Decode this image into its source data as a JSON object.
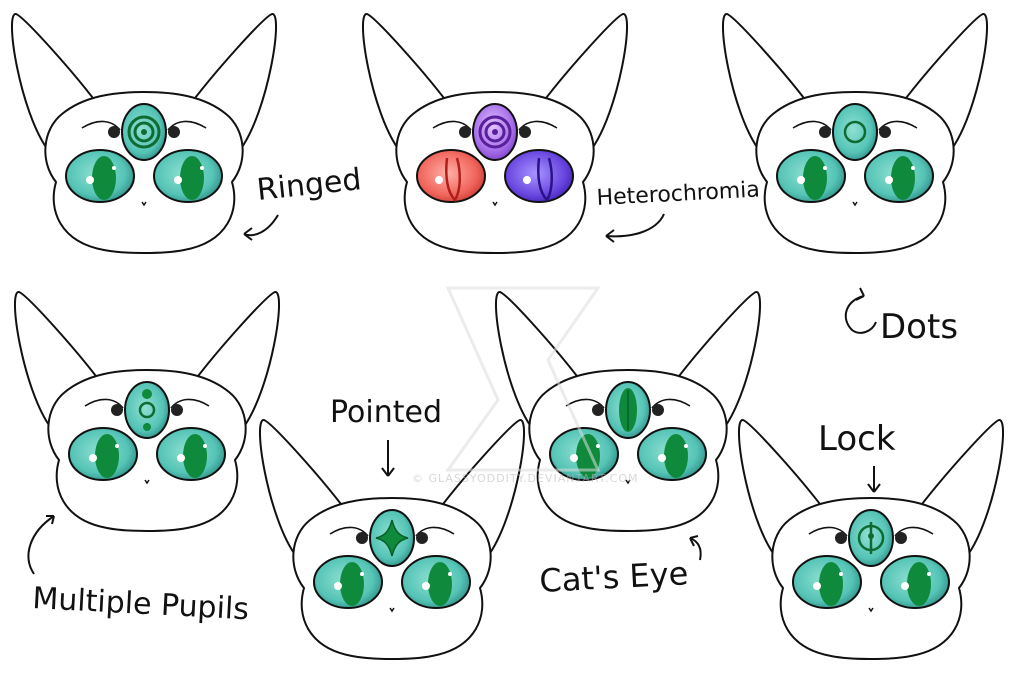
{
  "labels": {
    "ringed": "Ringed",
    "heterochromia": "Heterochromia",
    "dots": "Dots",
    "multiple_pupils": "Multiple Pupils",
    "pointed": "Pointed",
    "cats_eye": "Cat's Eye",
    "lock": "Lock"
  },
  "watermark": "© GLASSYODDITY.DEVIANTART.COM",
  "colors": {
    "teal_eye": "#55c4b6",
    "teal_eye_dark": "#2f8f86",
    "green_pupil": "#0f8a3c",
    "het_left_eye": "#f0655c",
    "het_right_eye": "#6a47e0",
    "het_gem": "#a46be8",
    "outline": "#111111"
  },
  "creatures": [
    {
      "id": "ringed",
      "gem_style": "rings"
    },
    {
      "id": "heterochromia",
      "gem_style": "purple-rings"
    },
    {
      "id": "dots",
      "gem_style": "dot"
    },
    {
      "id": "multiple-pupils",
      "gem_style": "three-dots"
    },
    {
      "id": "pointed",
      "gem_style": "star"
    },
    {
      "id": "cats-eye",
      "gem_style": "slit"
    },
    {
      "id": "lock",
      "gem_style": "lock"
    }
  ]
}
